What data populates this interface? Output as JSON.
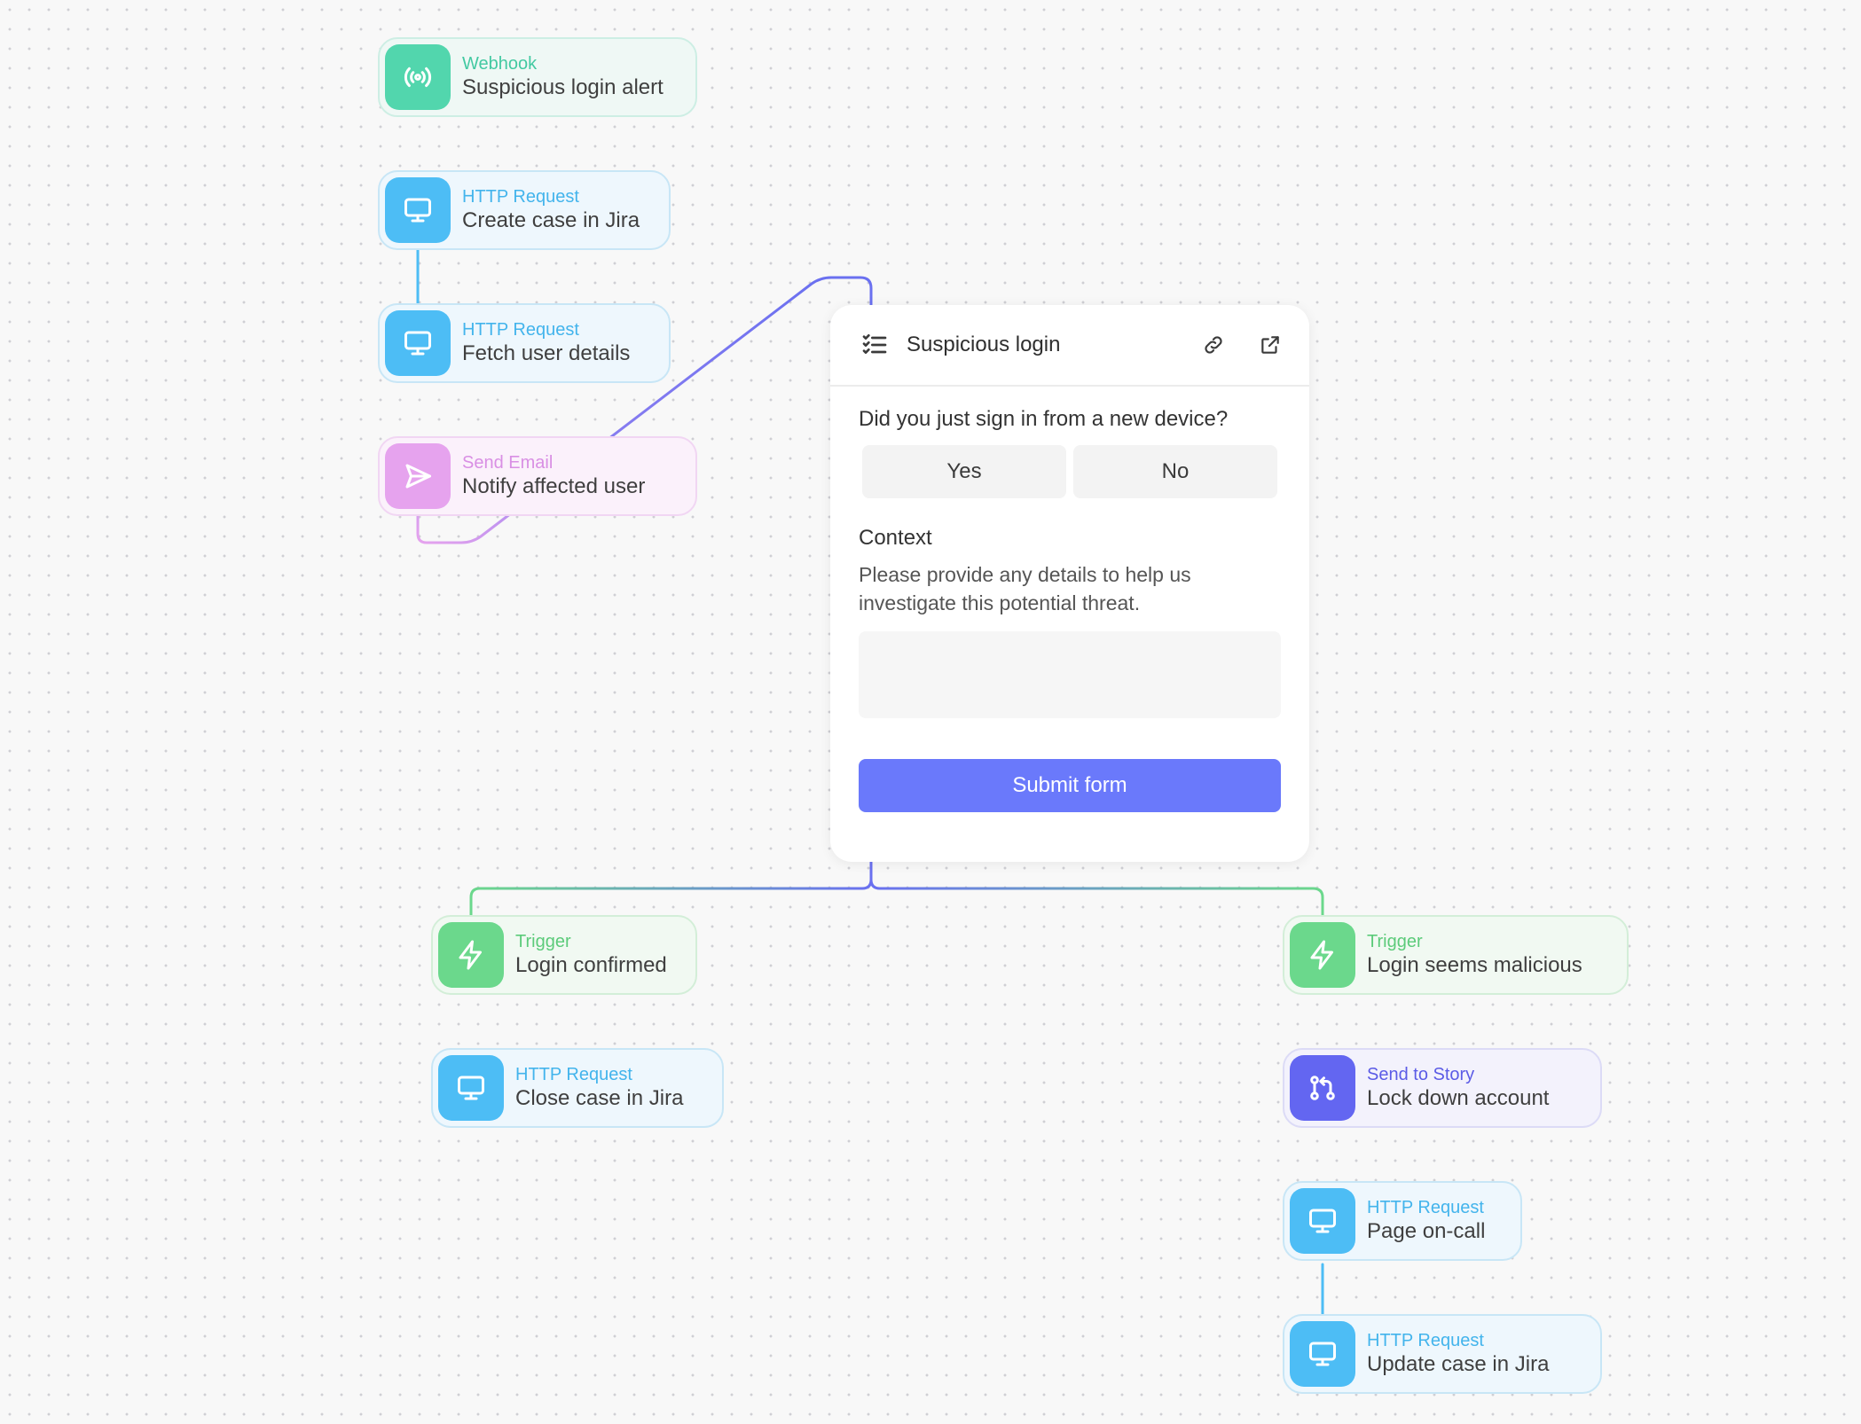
{
  "nodes": {
    "webhook": {
      "kind": "Webhook",
      "title": "Suspicious login alert"
    },
    "create_case": {
      "kind": "HTTP Request",
      "title": "Create case in Jira"
    },
    "fetch_user": {
      "kind": "HTTP Request",
      "title": "Fetch user details"
    },
    "send_email": {
      "kind": "Send Email",
      "title": "Notify affected user"
    },
    "trigger_confirmed": {
      "kind": "Trigger",
      "title": "Login confirmed"
    },
    "close_case": {
      "kind": "HTTP Request",
      "title": "Close case in Jira"
    },
    "trigger_malicious": {
      "kind": "Trigger",
      "title": "Login seems malicious"
    },
    "lock_down": {
      "kind": "Send to Story",
      "title": "Lock down account"
    },
    "page_oncall": {
      "kind": "HTTP Request",
      "title": "Page on-call"
    },
    "update_case": {
      "kind": "HTTP Request",
      "title": "Update case in Jira"
    }
  },
  "form": {
    "title": "Suspicious login",
    "question": "Did you just sign in from a new device?",
    "choices": [
      "Yes",
      "No"
    ],
    "context_label": "Context",
    "context_help": "Please provide any details to help us investigate this potential threat.",
    "context_value": "",
    "submit_label": "Submit form"
  },
  "colors": {
    "webhook": "#52d6ad",
    "http": "#4dbdf5",
    "email": "#e6a3ee",
    "trigger": "#6bd88c",
    "story": "#6366f1",
    "submit": "#6a79fb"
  }
}
